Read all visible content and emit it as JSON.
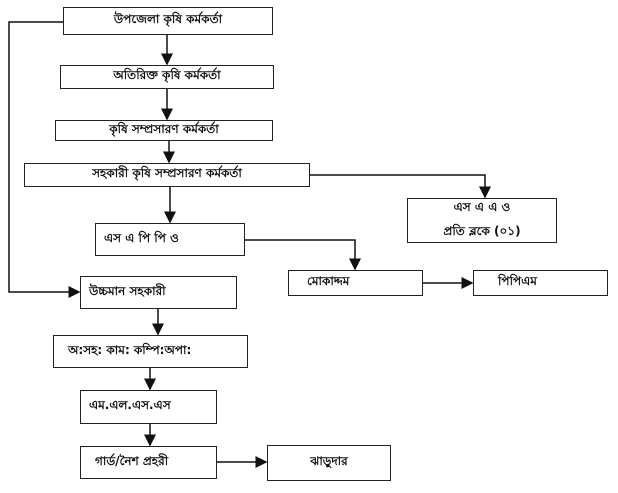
{
  "nodes": {
    "upazila_officer": "উপজেলা কৃষি কর্মকর্তা",
    "additional_officer": "অতিরিক্ত কৃষি কর্মকর্তা",
    "extension_officer": "কৃষি সম্প্রসারণ কর্মকর্তা",
    "assistant_extension_officer": "সহকারী কৃষি সম্প্রসারণ কর্মকর্তা",
    "saao_line1": "এস এ এ ও",
    "saao_line2": "প্রতি ব্লকে (০১)",
    "sappo": "এস এ পি পি ও",
    "mokaddam": "মোকাদ্দম",
    "ppm": "পিপিএম",
    "higher_assistant": "উচ্চমান সহকারী",
    "office_assistant": "অ:সহ: কাম: কম্পি:অপা:",
    "mlss": "এম.এল.এস.এস",
    "guard": "গার্ড/নৈশ প্রহরী",
    "sweeper": "ঝাড়ুদার"
  }
}
